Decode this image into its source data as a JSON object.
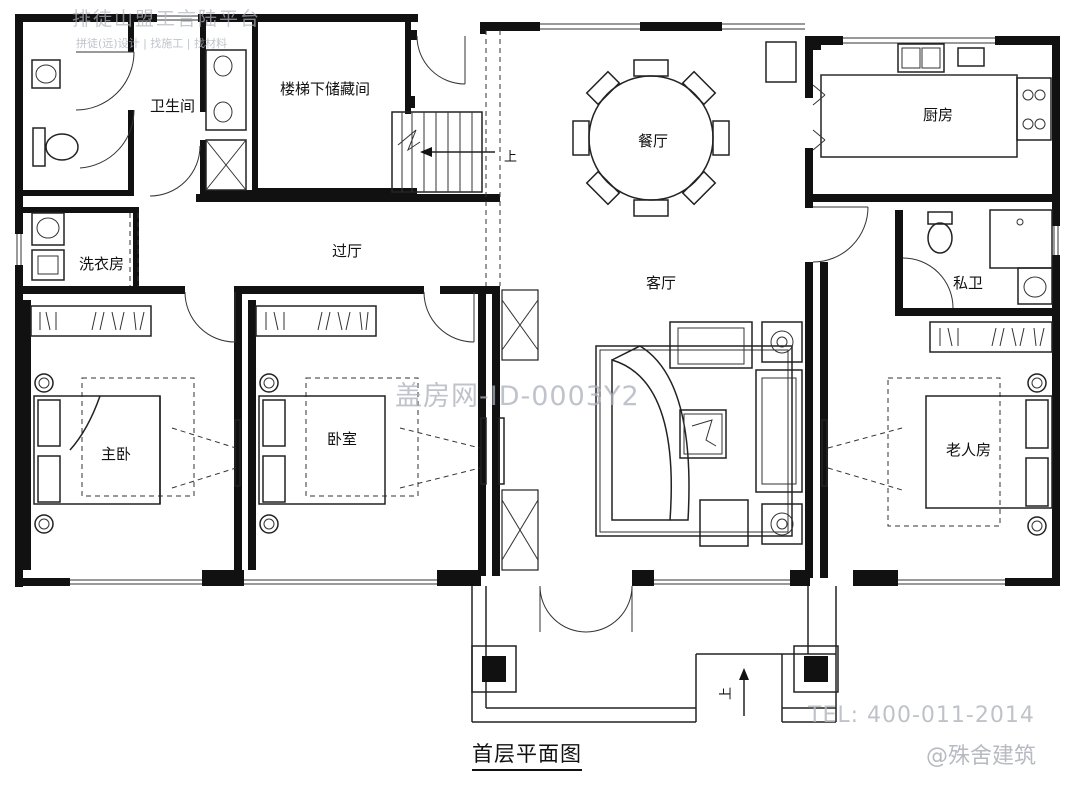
{
  "rooms": {
    "bathroom": "卫生间",
    "storage": "楼梯下储藏间",
    "dining": "餐厅",
    "kitchen": "厨房",
    "laundry": "洗衣房",
    "hall": "过厅",
    "living": "客厅",
    "private_bath": "私卫",
    "master_bedroom": "主卧",
    "bedroom": "卧室",
    "elder_room": "老人房"
  },
  "stair_labels": {
    "up_stair": "上",
    "up_entry": "上"
  },
  "title": "首层平面图",
  "watermarks": {
    "center": "盖房网-ID-0003Y2",
    "top": "排徒山盟工言陆平台",
    "top_sub": "拼徒(远)设计 | 找施工 | 找材料",
    "tel": "TEL: 400-011-2014",
    "brand": "@殊舍建筑"
  }
}
